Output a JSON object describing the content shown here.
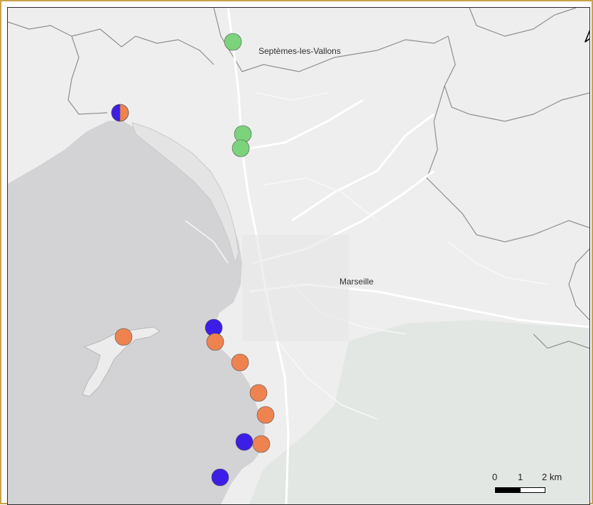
{
  "map": {
    "place_labels": [
      {
        "id": "septemes",
        "text": "Septèmes-les-Vallons"
      },
      {
        "id": "marseille",
        "text": "Marseille"
      }
    ],
    "north_arrow_icon": "north-arrow-icon",
    "scale": {
      "ticks": [
        "0",
        "1",
        "2 km"
      ]
    },
    "legend_colors": {
      "green": "#7bd37b",
      "blue": "#3d1ee6",
      "orange": "#ee8350"
    },
    "markers": [
      {
        "category": "green",
        "name": "marker-green-1"
      },
      {
        "category": "green",
        "name": "marker-green-2"
      },
      {
        "category": "green",
        "name": "marker-green-3"
      },
      {
        "category": "blue-orange",
        "name": "marker-split-1"
      },
      {
        "category": "orange",
        "name": "marker-orange-island"
      },
      {
        "category": "blue",
        "name": "marker-blue-1"
      },
      {
        "category": "orange",
        "name": "marker-orange-1"
      },
      {
        "category": "orange",
        "name": "marker-orange-2"
      },
      {
        "category": "orange",
        "name": "marker-orange-3"
      },
      {
        "category": "orange",
        "name": "marker-orange-4"
      },
      {
        "category": "blue",
        "name": "marker-blue-2"
      },
      {
        "category": "orange",
        "name": "marker-orange-5"
      },
      {
        "category": "blue",
        "name": "marker-blue-3"
      }
    ]
  }
}
